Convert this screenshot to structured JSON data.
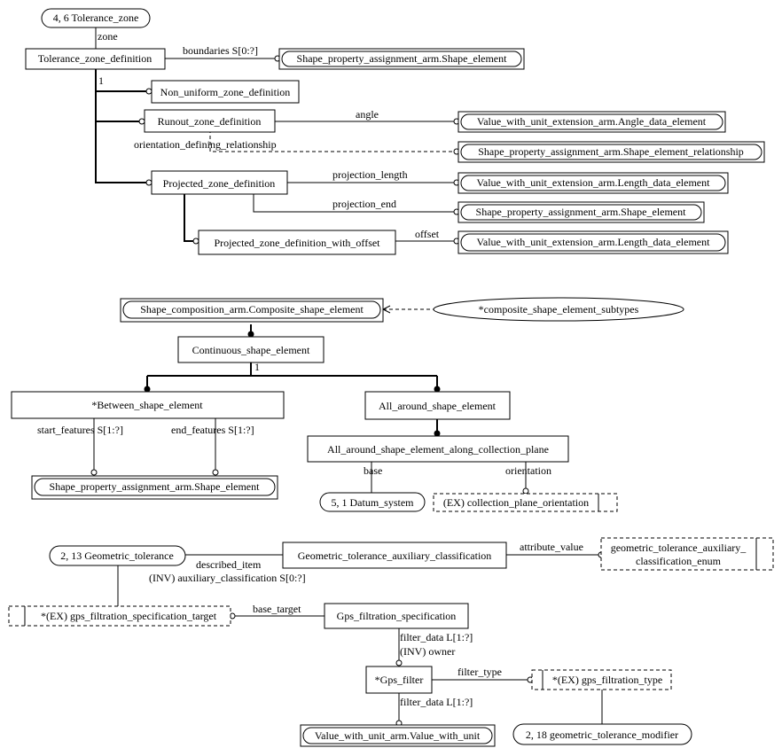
{
  "nodes": {
    "tolerance_zone_ref": "4, 6 Tolerance_zone",
    "tolerance_zone_definition": "Tolerance_zone_definition",
    "shape_element_1": "Shape_property_assignment_arm.Shape_element",
    "non_uniform_zone_definition": "Non_uniform_zone_definition",
    "runout_zone_definition": "Runout_zone_definition",
    "angle_data_element": "Value_with_unit_extension_arm.Angle_data_element",
    "shape_element_relationship": "Shape_property_assignment_arm.Shape_element_relationship",
    "projected_zone_definition": "Projected_zone_definition",
    "length_data_element_1": "Value_with_unit_extension_arm.Length_data_element",
    "shape_element_2": "Shape_property_assignment_arm.Shape_element",
    "projected_zone_definition_with_offset": "Projected_zone_definition_with_offset",
    "length_data_element_2": "Value_with_unit_extension_arm.Length_data_element",
    "composite_shape_element": "Shape_composition_arm.Composite_shape_element",
    "composite_shape_element_subtypes": "*composite_shape_element_subtypes",
    "continuous_shape_element": "Continuous_shape_element",
    "between_shape_element": "*Between_shape_element",
    "all_around_shape_element": "All_around_shape_element",
    "all_around_along_plane": "All_around_shape_element_along_collection_plane",
    "shape_element_3": "Shape_property_assignment_arm.Shape_element",
    "datum_system_ref": "5, 1 Datum_system",
    "collection_plane_orientation": "(EX) collection_plane_orientation",
    "geometric_tolerance_ref": "2, 13 Geometric_tolerance",
    "gt_auxiliary_classification": "Geometric_tolerance_auxiliary_classification",
    "gt_aux_enum_line1": "geometric_tolerance_auxiliary_",
    "gt_aux_enum_line2": "classification_enum",
    "gps_filtration_spec_target": "*(EX) gps_filtration_specification_target",
    "gps_filtration_specification": "Gps_filtration_specification",
    "gps_filter": "*Gps_filter",
    "gps_filtration_type": "*(EX) gps_filtration_type",
    "value_with_unit": "Value_with_unit_arm.Value_with_unit",
    "gt_modifier_ref": "2, 18 geometric_tolerance_modifier"
  },
  "labels": {
    "zone": "zone",
    "boundaries": "boundaries S[0:?]",
    "card_1a": "1",
    "angle": "angle",
    "orientation_defining_relationship": "orientation_defining_relationship",
    "projection_length": "projection_length",
    "projection_end": "projection_end",
    "offset": "offset",
    "card_1b": "1",
    "start_features": "start_features S[1:?]",
    "end_features": "end_features S[1:?]",
    "base": "base",
    "orientation": "orientation",
    "described_item": "described_item",
    "inv_aux_classification": "(INV) auxiliary_classification S[0:?]",
    "attribute_value": "attribute_value",
    "base_target": "base_target",
    "filter_data_1": "filter_data L[1:?]",
    "inv_owner": "(INV) owner",
    "filter_type": "filter_type",
    "filter_data_2": "filter_data L[1:?]"
  }
}
